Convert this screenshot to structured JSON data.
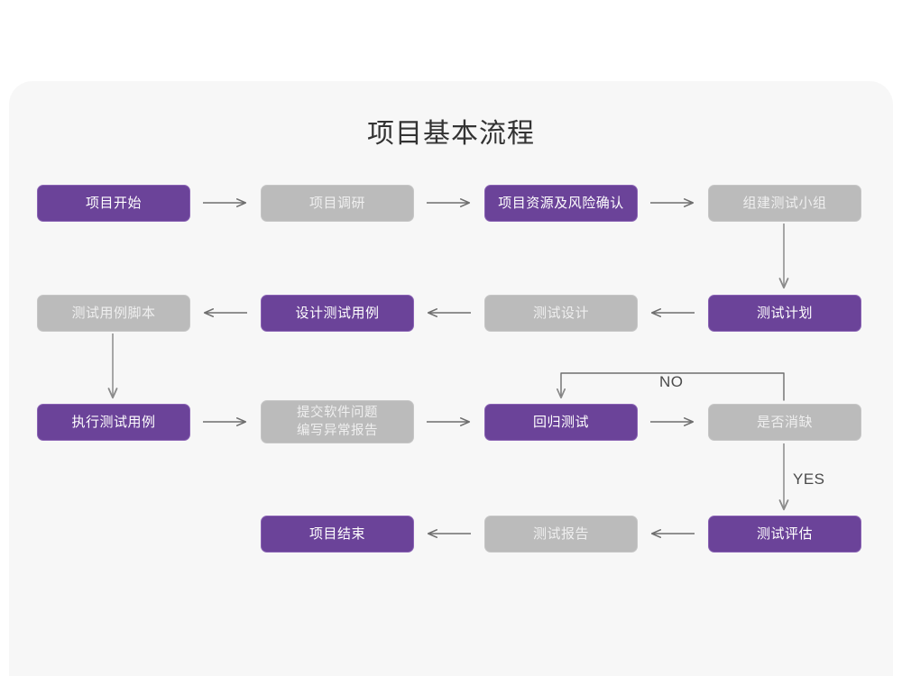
{
  "diagram": {
    "title": "项目基本流程",
    "colors": {
      "accent_purple": "#6b4399",
      "muted_gray": "#bbbbbb",
      "panel_background": "#f7f7f7",
      "page_background": "#ffffff",
      "connector": "#6e6e6e",
      "title_text": "#333333"
    },
    "rows": [
      {
        "row": 1,
        "direction": "left-to-right",
        "nodes": [
          {
            "id": "n1",
            "label": "项目开始",
            "style": "purple"
          },
          {
            "id": "n2",
            "label": "项目调研",
            "style": "gray"
          },
          {
            "id": "n3",
            "label": "项目资源及风险确认",
            "style": "purple"
          },
          {
            "id": "n4",
            "label": "组建测试小组",
            "style": "gray"
          }
        ]
      },
      {
        "row": 2,
        "direction": "right-to-left",
        "nodes": [
          {
            "id": "n5",
            "label": "测试用例脚本",
            "style": "gray"
          },
          {
            "id": "n6",
            "label": "设计测试用例",
            "style": "purple"
          },
          {
            "id": "n7",
            "label": "测试设计",
            "style": "gray"
          },
          {
            "id": "n8",
            "label": "测试计划",
            "style": "purple"
          }
        ]
      },
      {
        "row": 3,
        "direction": "left-to-right",
        "nodes": [
          {
            "id": "n9",
            "label": "执行测试用例",
            "style": "purple"
          },
          {
            "id": "n10",
            "label": "提交软件问题\n编写异常报告",
            "style": "gray"
          },
          {
            "id": "n11",
            "label": "回归测试",
            "style": "purple"
          },
          {
            "id": "n12",
            "label": "是否消缺",
            "style": "gray"
          }
        ]
      },
      {
        "row": 4,
        "direction": "right-to-left",
        "nodes": [
          {
            "id": "n13",
            "label": "项目结束",
            "style": "purple"
          },
          {
            "id": "n14",
            "label": "测试报告",
            "style": "gray"
          },
          {
            "id": "n15",
            "label": "测试评估",
            "style": "purple"
          }
        ]
      }
    ],
    "branch_labels": {
      "no": "NO",
      "yes": "YES"
    },
    "connectors": [
      {
        "from": "n1",
        "to": "n2",
        "type": "arrow-right"
      },
      {
        "from": "n2",
        "to": "n3",
        "type": "arrow-right"
      },
      {
        "from": "n3",
        "to": "n4",
        "type": "arrow-right"
      },
      {
        "from": "n4",
        "to": "n8",
        "type": "arrow-down"
      },
      {
        "from": "n8",
        "to": "n7",
        "type": "arrow-left"
      },
      {
        "from": "n7",
        "to": "n6",
        "type": "arrow-left"
      },
      {
        "from": "n6",
        "to": "n5",
        "type": "arrow-left"
      },
      {
        "from": "n5",
        "to": "n9",
        "type": "arrow-down"
      },
      {
        "from": "n9",
        "to": "n10",
        "type": "arrow-right"
      },
      {
        "from": "n10",
        "to": "n11",
        "type": "arrow-right"
      },
      {
        "from": "n11",
        "to": "n12",
        "type": "arrow-right"
      },
      {
        "from": "n12",
        "to": "n11",
        "type": "loop-back",
        "label": "NO"
      },
      {
        "from": "n12",
        "to": "n15",
        "type": "arrow-down",
        "label": "YES"
      },
      {
        "from": "n15",
        "to": "n14",
        "type": "arrow-left"
      },
      {
        "from": "n14",
        "to": "n13",
        "type": "arrow-left"
      }
    ]
  }
}
